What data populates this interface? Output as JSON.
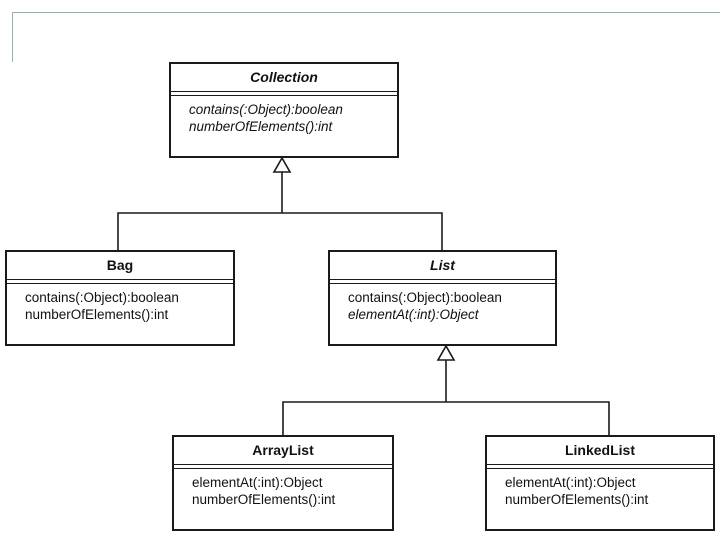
{
  "diagram": {
    "classes": [
      {
        "id": "collection",
        "name": "Collection",
        "abstract": true,
        "operations": [
          {
            "text": "contains(:Object):boolean",
            "abstract": true
          },
          {
            "text": "numberOfElements():int",
            "abstract": true
          }
        ]
      },
      {
        "id": "bag",
        "name": "Bag",
        "abstract": false,
        "operations": [
          {
            "text": "contains(:Object):boolean",
            "abstract": false
          },
          {
            "text": "numberOfElements():int",
            "abstract": false
          }
        ]
      },
      {
        "id": "list",
        "name": "List",
        "abstract": true,
        "operations": [
          {
            "text": "contains(:Object):boolean",
            "abstract": false
          },
          {
            "text": "elementAt(:int):Object",
            "abstract": true
          }
        ]
      },
      {
        "id": "arraylist",
        "name": "ArrayList",
        "abstract": false,
        "operations": [
          {
            "text": "elementAt(:int):Object",
            "abstract": false
          },
          {
            "text": "numberOfElements():int",
            "abstract": false
          }
        ]
      },
      {
        "id": "linkedlist",
        "name": "LinkedList",
        "abstract": false,
        "operations": [
          {
            "text": "elementAt(:int):Object",
            "abstract": false
          },
          {
            "text": "numberOfElements():int",
            "abstract": false
          }
        ]
      }
    ],
    "generalizations": [
      {
        "parent": "collection",
        "children": [
          "bag",
          "list"
        ]
      },
      {
        "parent": "list",
        "children": [
          "arraylist",
          "linkedlist"
        ]
      }
    ]
  }
}
